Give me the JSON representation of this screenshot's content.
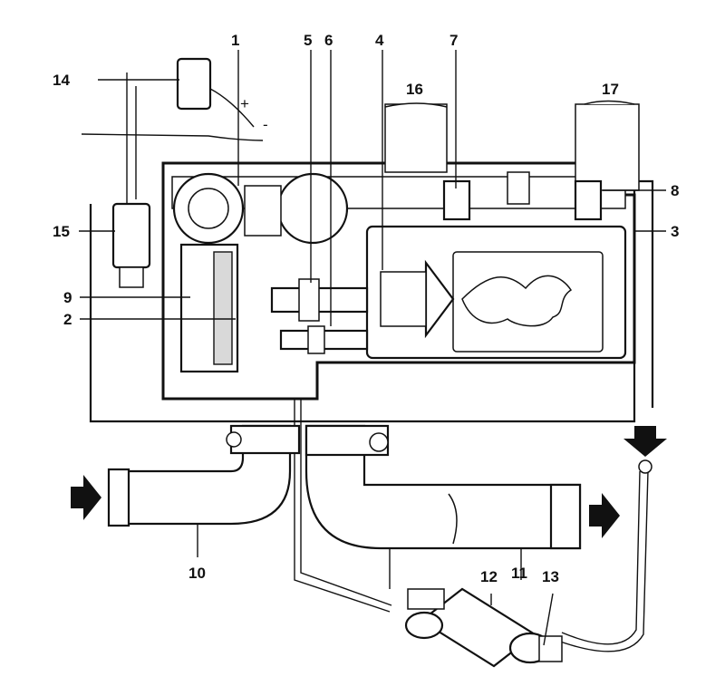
{
  "labels": {
    "l1": "1",
    "l2": "2",
    "l3": "3",
    "l4": "4",
    "l5": "5",
    "l6": "6",
    "l7": "7",
    "l8": "8",
    "l9": "9",
    "l10": "10",
    "l11": "11",
    "l12": "12",
    "l13": "13",
    "l14": "14",
    "l15": "15",
    "l16": "16",
    "l17": "17"
  },
  "terminals": {
    "plus": "+",
    "minus": "-"
  }
}
